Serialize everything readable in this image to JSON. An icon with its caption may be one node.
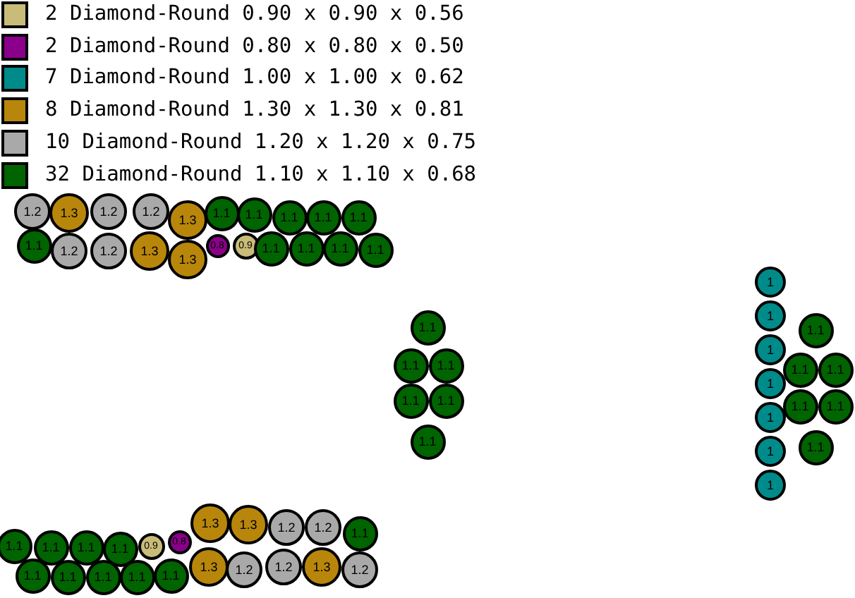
{
  "diagram": {
    "nodes": [
      {
        "text": [
          "1.2"
        ]
      },
      {
        "text": [
          "1.3"
        ]
      },
      {
        "text": [
          "1.2"
        ]
      },
      {
        "text": [
          "1.2"
        ]
      },
      {
        "text": [
          "1.3"
        ]
      },
      {
        "text": [
          "1.1"
        ]
      },
      {
        "text": [
          "1.1"
        ]
      },
      {
        "text": [
          "1.1"
        ]
      },
      {
        "text": [
          "1.1"
        ]
      },
      {
        "text": [
          "1.1"
        ]
      },
      {
        "text": [
          "1.1"
        ]
      },
      {
        "text": [
          "1.2"
        ]
      },
      {
        "text": [
          "1.2"
        ]
      },
      {
        "text": [
          "1.3"
        ]
      },
      {
        "text": [
          "1.3"
        ]
      },
      {
        "text": [
          "0.8"
        ]
      },
      {
        "text": [
          "0.9"
        ]
      },
      {
        "text": [
          "1.1"
        ]
      },
      {
        "text": [
          "1.1"
        ]
      },
      {
        "text": [
          "1.1"
        ]
      },
      {
        "text": [
          "1.1"
        ]
      },
      {
        "text": [
          "1.1"
        ]
      },
      {
        "text": [
          "1.1"
        ]
      },
      {
        "text": [
          "1.1"
        ]
      },
      {
        "text": [
          "1.1"
        ]
      },
      {
        "text": [
          "0.9"
        ]
      },
      {
        "text": [
          "0.8"
        ]
      },
      {
        "text": [
          "1.3"
        ]
      },
      {
        "text": [
          "1.3"
        ]
      },
      {
        "text": [
          "1.2"
        ]
      },
      {
        "text": [
          "1.2"
        ]
      },
      {
        "text": [
          "1.1"
        ]
      },
      {
        "text": [
          "1.1"
        ]
      },
      {
        "text": [
          "1.1"
        ]
      },
      {
        "text": [
          "1.1"
        ]
      },
      {
        "text": [
          "1.1"
        ]
      },
      {
        "text": [
          "1.1"
        ]
      },
      {
        "text": [
          "1.3"
        ]
      },
      {
        "text": [
          "1.2"
        ]
      },
      {
        "text": [
          "1.2"
        ]
      },
      {
        "text": [
          "1.3"
        ]
      },
      {
        "text": [
          "1.2"
        ]
      },
      {
        "text": [
          "1.1"
        ]
      },
      {
        "text": [
          "1.1"
        ]
      },
      {
        "text": [
          "1.1"
        ]
      },
      {
        "text": [
          "1.1"
        ]
      },
      {
        "text": [
          "1.1"
        ]
      },
      {
        "text": [
          "1.1"
        ]
      },
      {
        "text": [
          "1"
        ]
      },
      {
        "text": [
          "1"
        ]
      },
      {
        "text": [
          "1"
        ]
      },
      {
        "text": [
          "1"
        ]
      },
      {
        "text": [
          "1"
        ]
      },
      {
        "text": [
          "1"
        ]
      },
      {
        "text": [
          "1"
        ]
      },
      {
        "text": [
          "1.1"
        ]
      },
      {
        "text": [
          "1.1"
        ]
      },
      {
        "text": [
          "1.1"
        ]
      },
      {
        "text": [
          "1.1"
        ]
      },
      {
        "text": [
          "1.1"
        ]
      },
      {
        "text": [
          "1.1"
        ]
      }
    ],
    "legend": [
      {
        "text": "2 Diamond-Round 0.90 x 0.90 x 0.56",
        "color": "#c8bc78"
      },
      {
        "text": "2 Diamond-Round 0.80 x 0.80 x 0.50",
        "color": "#8b008b"
      },
      {
        "text": "7 Diamond-Round 1.00 x 1.00 x 0.62",
        "color": "#008b8b"
      },
      {
        "text": "8 Diamond-Round 1.30 x 1.30 x 0.81",
        "color": "#b8860b"
      },
      {
        "text": "10 Diamond-Round 1.20 x 1.20 x 0.75",
        "color": "#a9a9a9"
      },
      {
        "text": "32 Diamond-Round 1.10 x 1.10 x 0.68",
        "color": "#006400"
      }
    ]
  }
}
